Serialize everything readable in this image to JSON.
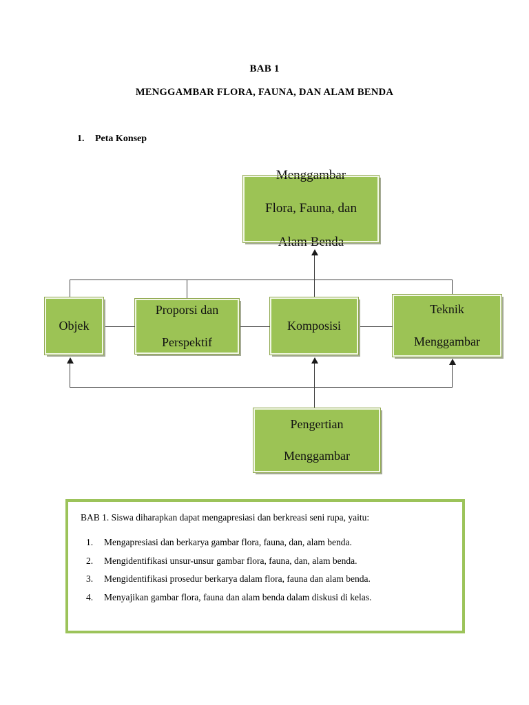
{
  "document": {
    "title": "BAB 1",
    "subtitle": "MENGGAMBAR FLORA, FAUNA, DAN ALAM BENDA",
    "section": {
      "number": "1.",
      "label": "Peta Konsep"
    }
  },
  "colors": {
    "node_fill": "#9CC355",
    "node_border_light": "#F2F7E6",
    "node_outline": "#8FA84E",
    "outcome_border": "#9CC35A",
    "connector": "#3E3E3E",
    "text": "#111111",
    "page_background": "#FFFFFF"
  },
  "concept_map": {
    "nodes": {
      "top": "Menggambar Flora, Fauna, dan Alam Benda",
      "top_lines": [
        "Menggambar",
        "Flora, Fauna, dan",
        "Alam Benda"
      ],
      "objek": "Objek",
      "proporsi": "Proporsi dan Perspektif",
      "proporsi_lines": [
        "Proporsi dan",
        "Perspektif"
      ],
      "komposisi": "Komposisi",
      "teknik": "Teknik Menggambar",
      "teknik_lines": [
        "Teknik",
        "Menggambar"
      ],
      "pengertian": "Pengertian Menggambar",
      "pengertian_lines": [
        "Pengertian",
        "Menggambar"
      ]
    }
  },
  "outcomes": {
    "intro": "BAB 1. Siswa diharapkan  dapat mengapresiasi dan berkreasi seni rupa, yaitu:",
    "items": [
      {
        "num": "1.",
        "text": "Mengapresiasi dan berkarya gambar flora, fauna, dan, alam benda."
      },
      {
        "num": "2.",
        "text": "Mengidentifikasi unsur-unsur gambar flora, fauna, dan, alam benda."
      },
      {
        "num": "3.",
        "text": "Mengidentifikasi prosedur berkarya dalam flora, fauna dan alam benda."
      },
      {
        "num": "4.",
        "text": "Menyajikan gambar flora, fauna dan alam benda dalam diskusi di kelas."
      }
    ]
  }
}
